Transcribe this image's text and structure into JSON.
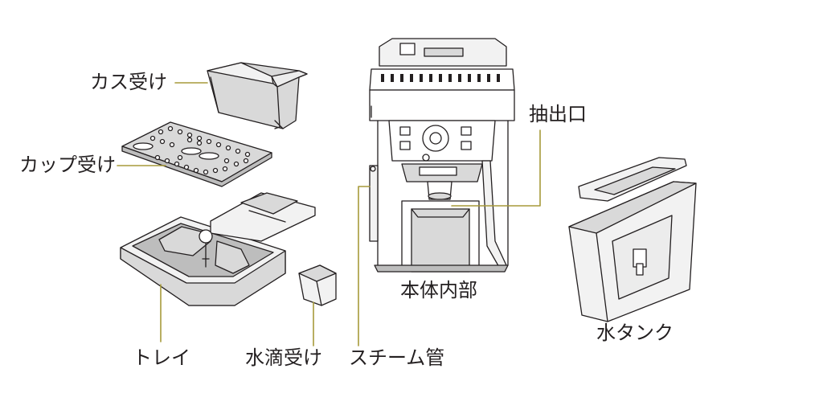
{
  "labels": {
    "kasu_uke": "カス受け",
    "cup_uke": "カップ受け",
    "tray": "トレイ",
    "suiteki_uke": "水滴受け",
    "steam_kan": "スチーム管",
    "hontai_naibu": "本体内部",
    "chushutsu_kou": "抽出口",
    "mizu_tank": "水タンク"
  },
  "colors": {
    "leader": "#a79a3a",
    "line": "#231f20",
    "fill_light": "#f2f2f2",
    "fill_mid": "#d9d9d9",
    "fill_dark": "#bdbdbd"
  }
}
